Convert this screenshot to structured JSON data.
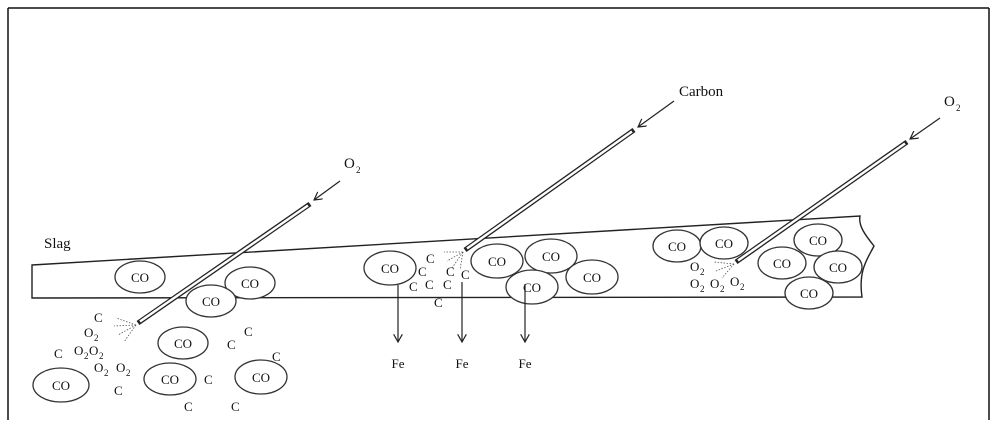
{
  "labels": {
    "slag": "Slag",
    "carbon": "Carbon",
    "o2_left": "O",
    "o2_right": "O",
    "o2_sub": "2",
    "fe": "Fe",
    "co": "CO",
    "c": "C"
  },
  "colors": {
    "stroke": "#222222",
    "background": "#ffffff"
  }
}
